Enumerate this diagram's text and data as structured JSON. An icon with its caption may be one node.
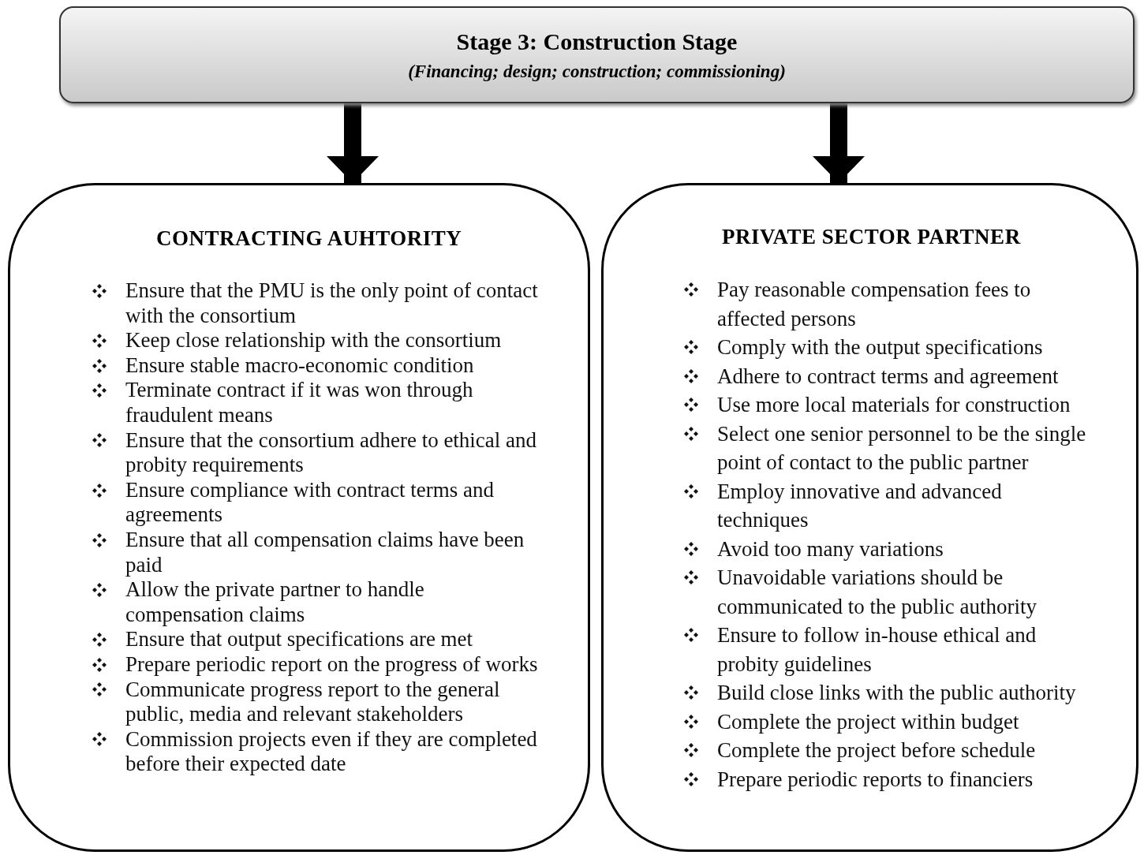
{
  "diagram": {
    "nodes": [
      {
        "text": [
          "Stage 3: Construction Stage",
          "(Financing; design; construction; commissioning)"
        ]
      },
      {
        "text": [
          "CONTRACTING AUHTORITY",
          "Ensure that the PMU is the only point of contact with the consortium",
          "Keep close relationship with the consortium",
          "Ensure stable macro-economic condition",
          "Terminate contract if it was won through fraudulent means",
          "Ensure that the consortium adhere to ethical and probity requirements",
          "Ensure compliance with contract terms and agreements",
          "Ensure that all compensation claims have been paid",
          "Allow the private partner to handle compensation claims",
          "Ensure that output specifications are met",
          "Prepare periodic report on the progress of works",
          "Communicate progress report to the general public, media and relevant stakeholders",
          "Commission projects even if they are completed before their expected date"
        ]
      },
      {
        "text": [
          "PRIVATE SECTOR PARTNER",
          "Pay reasonable compensation fees to affected persons",
          "Comply with the output specifications",
          "Adhere to contract terms and agreement",
          "Use more local materials for construction",
          "Select one senior personnel to be the single point of contact to the public partner",
          "Employ innovative and advanced techniques",
          "Avoid too many variations",
          "Unavoidable variations should be communicated to the public authority",
          "Ensure to follow in-house ethical and probity guidelines",
          "Build close links with the public authority",
          "Complete the project within budget",
          "Complete the project before schedule",
          "Prepare periodic reports to financiers"
        ]
      }
    ],
    "edges": [
      {
        "from": 0,
        "to": 1,
        "arrow": "to"
      },
      {
        "from": 0,
        "to": 2,
        "arrow": "to"
      }
    ]
  }
}
